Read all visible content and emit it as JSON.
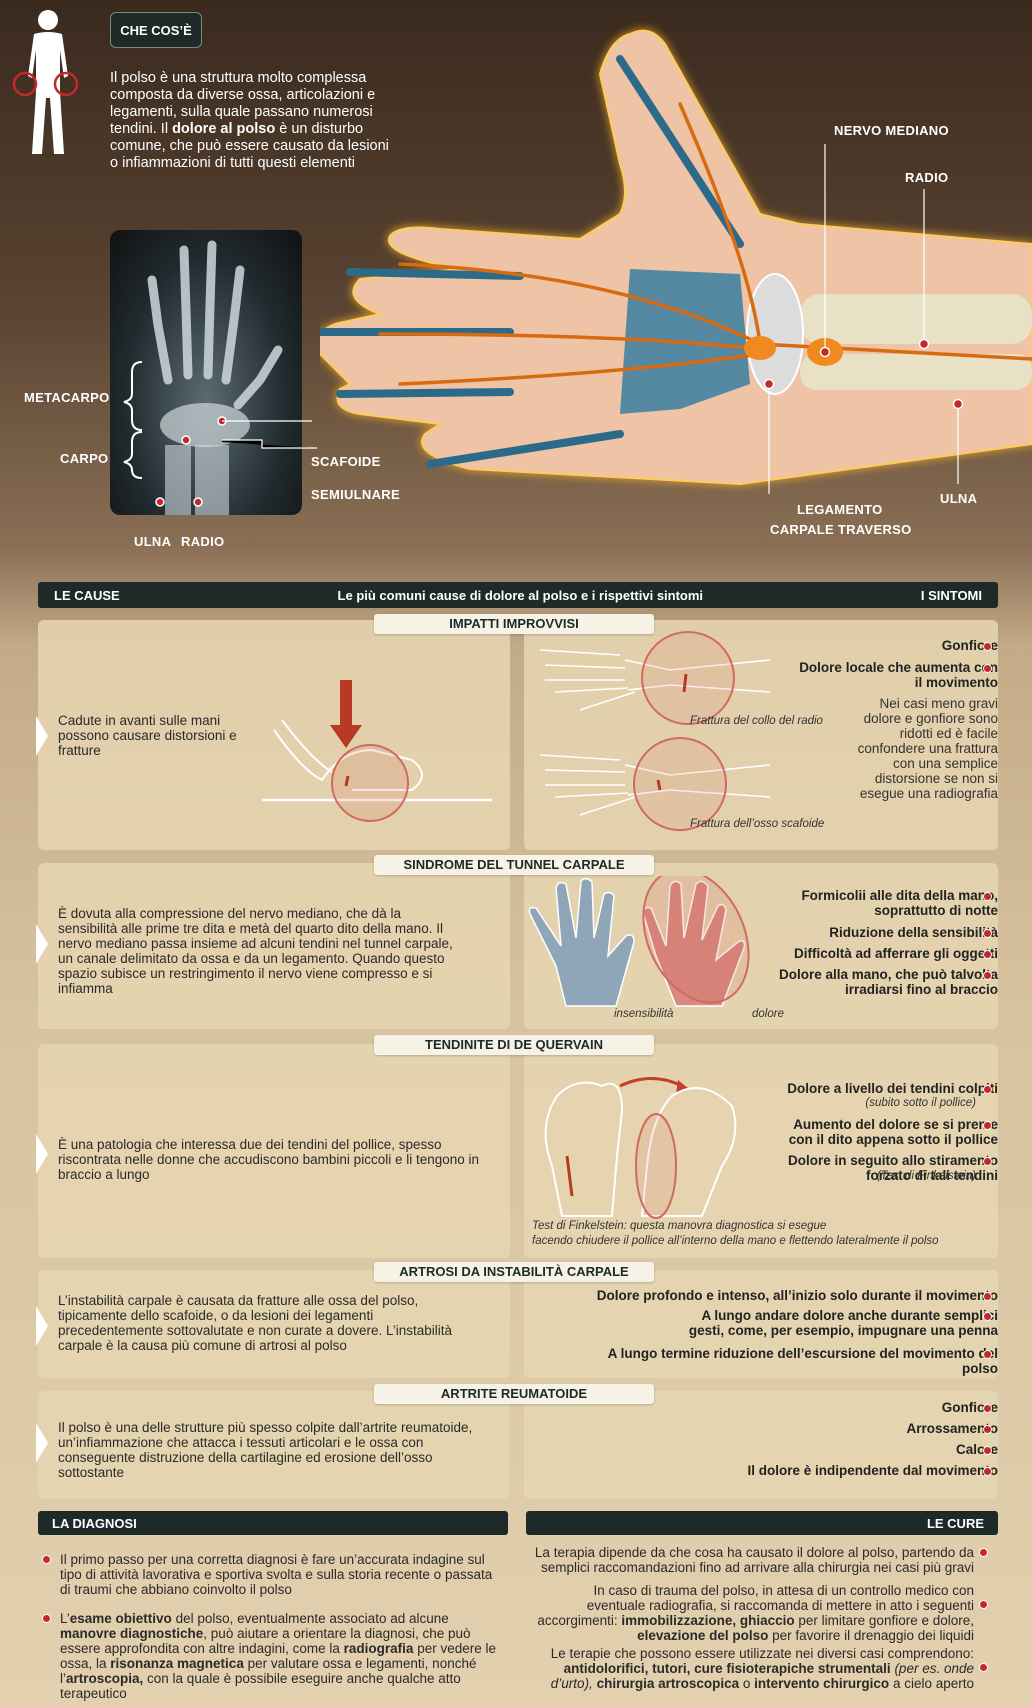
{
  "header": {
    "tag": "CHE COS’È",
    "intro_1": "Il polso è una struttura molto complessa composta da diverse ossa, articolazioni e legamenti, sulla quale passano numerosi tendini. Il ",
    "intro_bold": "dolore al polso",
    "intro_2": " è un disturbo comune, che può essere causato da lesioni o infiammazioni di tutti questi elementi"
  },
  "xray_labels": {
    "metacarpo": "METACARPO",
    "carpo": "CARPO",
    "scafoide": "SCAFOIDE",
    "semiulnare": "SEMIULNARE",
    "ulna": "ULNA",
    "radio": "RADIO"
  },
  "hand_labels": {
    "nervo": "NERVO MEDIANO",
    "radio": "RADIO",
    "ulna": "ULNA",
    "legamento_1": "LEGAMENTO",
    "legamento_2": "CARPALE TRAVERSO"
  },
  "bar": {
    "left": "LE CAUSE",
    "mid": "Le più comuni cause di dolore al polso e i rispettivi sintomi",
    "right": "I SINTOMI"
  },
  "sections": [
    {
      "title": "IMPATTI IMPROVVISI",
      "cause": "Cadute in avanti sulle mani possono causare distorsioni e fratture",
      "caption_1": "Frattura del collo del radio",
      "caption_2": "Frattura dell’osso scafoide",
      "symptoms": [
        "Gonfiore",
        "Dolore locale che aumenta con il movimento"
      ],
      "note": "Nei casi meno gravi dolore e gonfiore sono ridotti ed è facile confondere una frattura con una semplice distorsione se non si esegue una radiografia"
    },
    {
      "title": "SINDROME DEL TUNNEL CARPALE",
      "cause": "È dovuta alla compressione del nervo mediano, che dà la sensibilità alle prime tre dita e metà del quarto dito della mano. Il nervo mediano passa insieme ad alcuni tendini nel tunnel carpale, un canale delimitato da ossa e da un legamento. Quando questo spazio subisce un restringimento il nervo viene compresso e si infiamma",
      "caption_1": "insensibilità",
      "caption_2": "dolore",
      "symptoms": [
        "Formicolii alle dita della mano, soprattutto di notte",
        "Riduzione della sensibilità",
        "Difficoltà ad afferrare gli oggetti",
        "Dolore alla mano, che può talvolta irradiarsi fino al braccio"
      ]
    },
    {
      "title": "TENDINITE DI DE QUERVAIN",
      "cause": "È una patologia che interessa due dei tendini del pollice, spesso riscontrata nelle donne che accudiscono bambini piccoli e li tengono in braccio a lungo",
      "caption_1": "Test di Finkelstein: questa manovra diagnostica si esegue",
      "caption_2": "facendo chiudere il pollice all’interno della mano e flettendo lateralmente  il polso",
      "symptoms": [
        "Dolore a livello dei tendini colpiti",
        "Aumento del dolore se si preme con il dito appena sotto il pollice",
        "Dolore in seguito allo stiramento forzato di tali tendini"
      ],
      "sub_1": "(subito sotto il pollice)",
      "sub_3": "(Test di Finkelstein)"
    },
    {
      "title": "ARTROSI DA INSTABILITÀ CARPALE",
      "cause": "L’instabilità carpale è causata da fratture alle ossa del polso, tipicamente dello scafoide, o da lesioni dei legamenti precedentemente sottovalutate e non curate a dovere. L’instabilità carpale è la causa più comune di artrosi al polso",
      "symptoms": [
        "Dolore profondo e intenso, all’inizio solo durante il movimento",
        "A lungo andare dolore anche durante  semplici gesti, come, per esempio, impugnare una  penna",
        "A lungo termine riduzione dell’escursione del movimento del polso"
      ]
    },
    {
      "title": "ARTRITE REUMATOIDE",
      "cause": "Il polso è una delle strutture più spesso colpite dall’artrite reumatoide, un’infiammazione che attacca i tessuti articolari e le ossa con conseguente distruzione della cartilagine ed erosione dell’osso sottostante",
      "symptoms": [
        "Gonfiore",
        "Arrossamento",
        "Calore",
        "Il dolore è indipendente dal movimento"
      ]
    }
  ],
  "diagnosi": {
    "title": "LA DIAGNOSI",
    "p1": "Il primo passo per una corretta diagnosi è fare un’accurata indagine sul tipo di attività lavorativa e sportiva svolta e sulla storia recente o passata di traumi che abbiano coinvolto il polso",
    "p2_a": "L’",
    "p2_b": "esame obiettivo",
    "p2_c": " del polso, eventualmente associato ad alcune ",
    "p2_d": "manovre diagnostiche",
    "p2_e": ", può aiutare a orientare la diagnosi, che può essere approfondita con altre indagini, come la ",
    "p2_f": "radiografia",
    "p2_g": " per vedere le ossa, la ",
    "p2_h": "risonanza magnetica",
    "p2_i": " per valutare ossa e legamenti, nonché l’",
    "p2_j": "artroscopia,",
    "p2_k": " con la quale è possibile eseguire anche qualche atto terapeutico"
  },
  "cure": {
    "title": "LE CURE",
    "p1": "La terapia dipende da che cosa ha causato il dolore al polso, partendo da semplici raccomandazioni fino ad arrivare alla chirurgia nei casi più gravi",
    "p2_a": "In caso di trauma del polso, in attesa di un controllo medico con eventuale radiografia, si raccomanda di mettere in atto i seguenti accorgimenti: ",
    "p2_b": "immobilizzazione, ghiaccio",
    "p2_c": " per limitare gonfiore e dolore, ",
    "p2_d": "elevazione del polso",
    "p2_e": " per favorire il drenaggio dei liquidi",
    "p3_a": "Le terapie che possono essere utilizzate nei diversi casi comprendono: ",
    "p3_b": "antidolorifici, tutori, cure fisioterapiche strumentali",
    "p3_c": " (per es. onde d’urto), ",
    "p3_d": "chirurgia artroscopica",
    "p3_e": " o ",
    "p3_f": "intervento chirurgico",
    "p3_g": " a cielo aperto"
  },
  "colors": {
    "accent_red": "#c62828",
    "dark_bar": "#1d2a27",
    "nerve": "#e07a1a",
    "tendon": "#2c6a8a"
  }
}
